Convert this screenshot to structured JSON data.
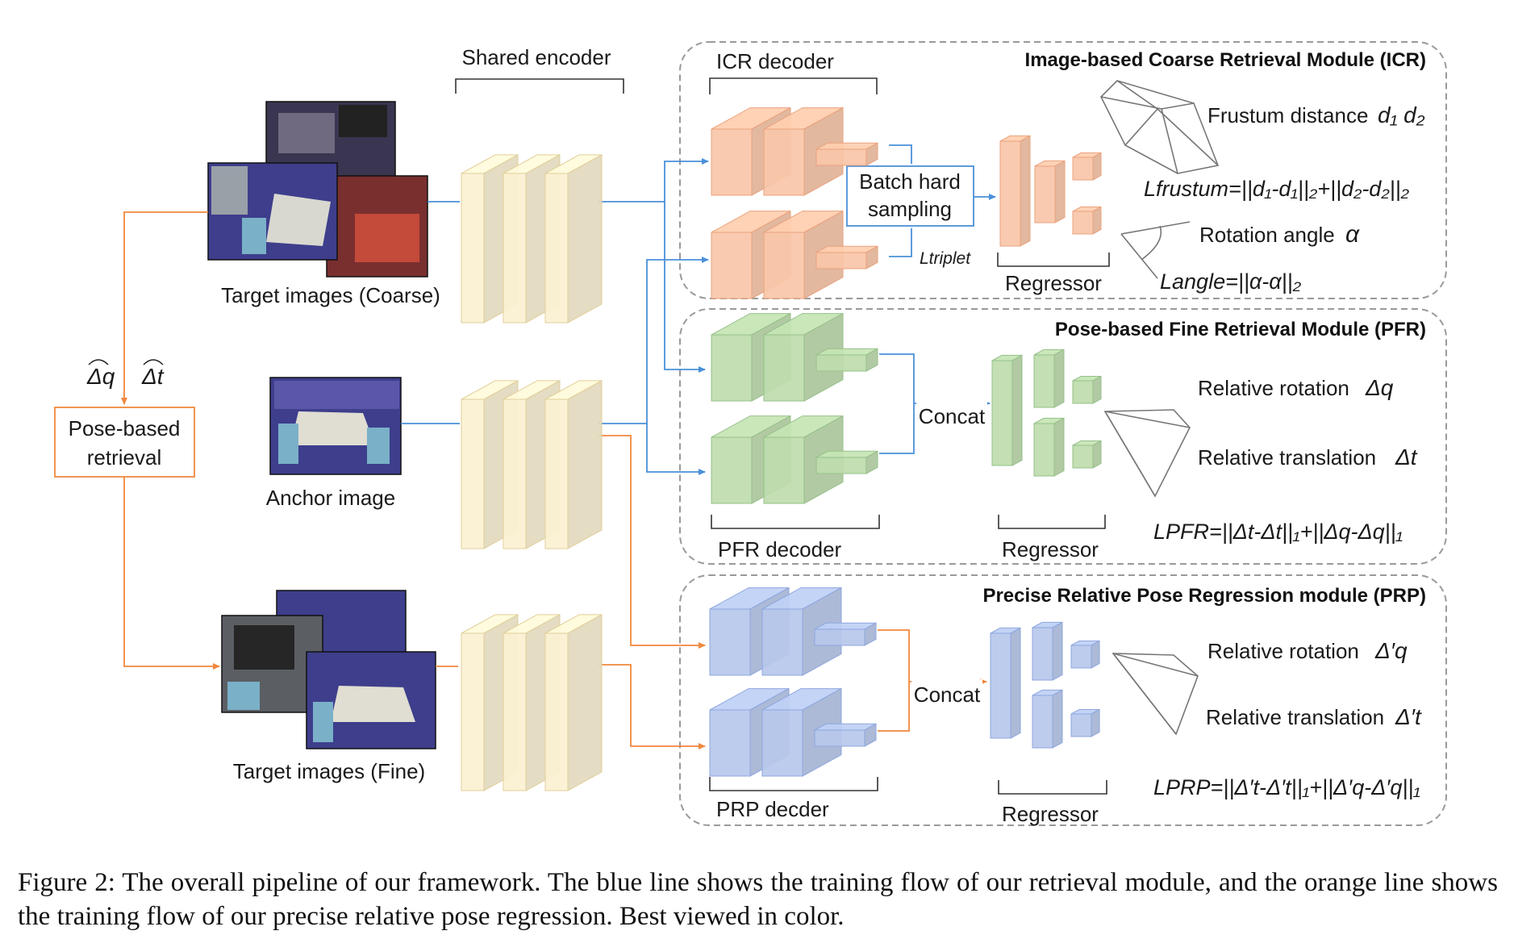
{
  "encoder": {
    "label": "Shared encoder"
  },
  "inputs": {
    "coarse": "Target images (Coarse)",
    "anchor": "Anchor image",
    "fine": "Target images (Fine)",
    "pose_retrieval": {
      "line1": "Pose-based",
      "line2": "retrieval"
    },
    "delta_q": "Δq",
    "delta_t": "Δt"
  },
  "modules": {
    "icr": {
      "title": "Image-based Coarse Retrieval Module (ICR)",
      "decoder": "ICR  decoder",
      "batch": {
        "line1": "Batch hard",
        "line2": "sampling"
      },
      "triplet": "Ltriplet",
      "regressor": "Regressor",
      "frustum_label": "Frustum distance",
      "frustum_vars": "d₁ d₂",
      "frustum_loss": "Lfrustum=||d₁-d₁||₂+||d₂-d₂||₂",
      "angle_label": "Rotation angle",
      "angle_var": "α",
      "angle_loss": "Langle=||α-α||₂"
    },
    "pfr": {
      "title": "Pose-based Fine Retrieval Module (PFR)",
      "decoder": "PFR decoder",
      "concat": "Concat",
      "regressor": "Regressor",
      "rot_label": "Relative rotation",
      "rot_var": "Δq",
      "trans_label": "Relative translation",
      "trans_var": "Δt",
      "loss": "LPFR=||Δt-Δt||₁+||Δq-Δq||₁"
    },
    "prp": {
      "title": "Precise Relative Pose Regression module (PRP)",
      "decoder": "PRP decder",
      "concat": "Concat",
      "regressor": "Regressor",
      "rot_label": "Relative rotation",
      "rot_var": "Δ′q",
      "trans_label": "Relative translation",
      "trans_var": "Δ′t",
      "loss": "LPRP=||Δ′t-Δ′t||₁+||Δ′q-Δ′q||₁"
    }
  },
  "caption": "Figure 2: The overall pipeline of our framework. The blue line shows the training flow of our retrieval module, and the orange line shows the training flow of our precise relative pose regression. Best viewed in color.",
  "colors": {
    "blue_line": "#4a90d9",
    "orange_line": "#f0883e",
    "encoder_fill": "#fbf1d3",
    "icr_fill": "#f8c6a8",
    "pfr_fill": "#bedcad",
    "prp_fill": "#b7c8ec",
    "dash_border": "#9a9a9a"
  }
}
